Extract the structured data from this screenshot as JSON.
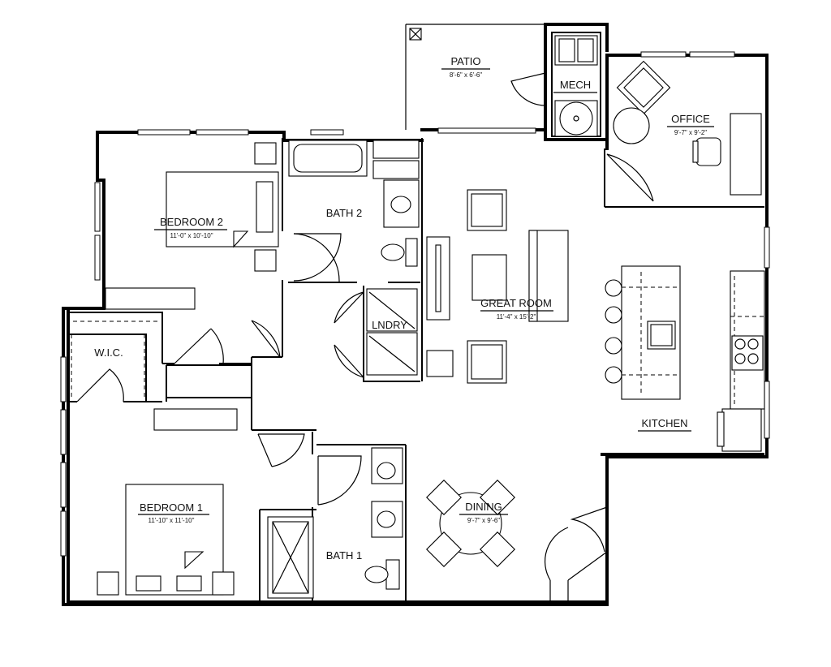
{
  "plan": {
    "rooms": {
      "patio": {
        "name": "PATIO",
        "dims": "8'-6\" x 6'-6\""
      },
      "mech": {
        "name": "MECH"
      },
      "office": {
        "name": "OFFICE",
        "dims": "9'-7\" x 9'-2\""
      },
      "bedroom2": {
        "name": "BEDROOM 2",
        "dims": "11'-0\" x 10'-10\""
      },
      "bath2": {
        "name": "BATH 2"
      },
      "great_room": {
        "name": "GREAT ROOM",
        "dims": "11'-4\" x 15'-2\""
      },
      "lndry": {
        "name": "LNDRY"
      },
      "wic": {
        "name": "W.I.C."
      },
      "kitchen": {
        "name": "KITCHEN"
      },
      "bedroom1": {
        "name": "BEDROOM 1",
        "dims": "11'-10\" x 11'-10\""
      },
      "dining": {
        "name": "DINING",
        "dims": "9'-7\" x 9'-6\""
      },
      "bath1": {
        "name": "BATH 1"
      }
    },
    "colors": {
      "line": "#000000",
      "background": "#ffffff"
    }
  }
}
